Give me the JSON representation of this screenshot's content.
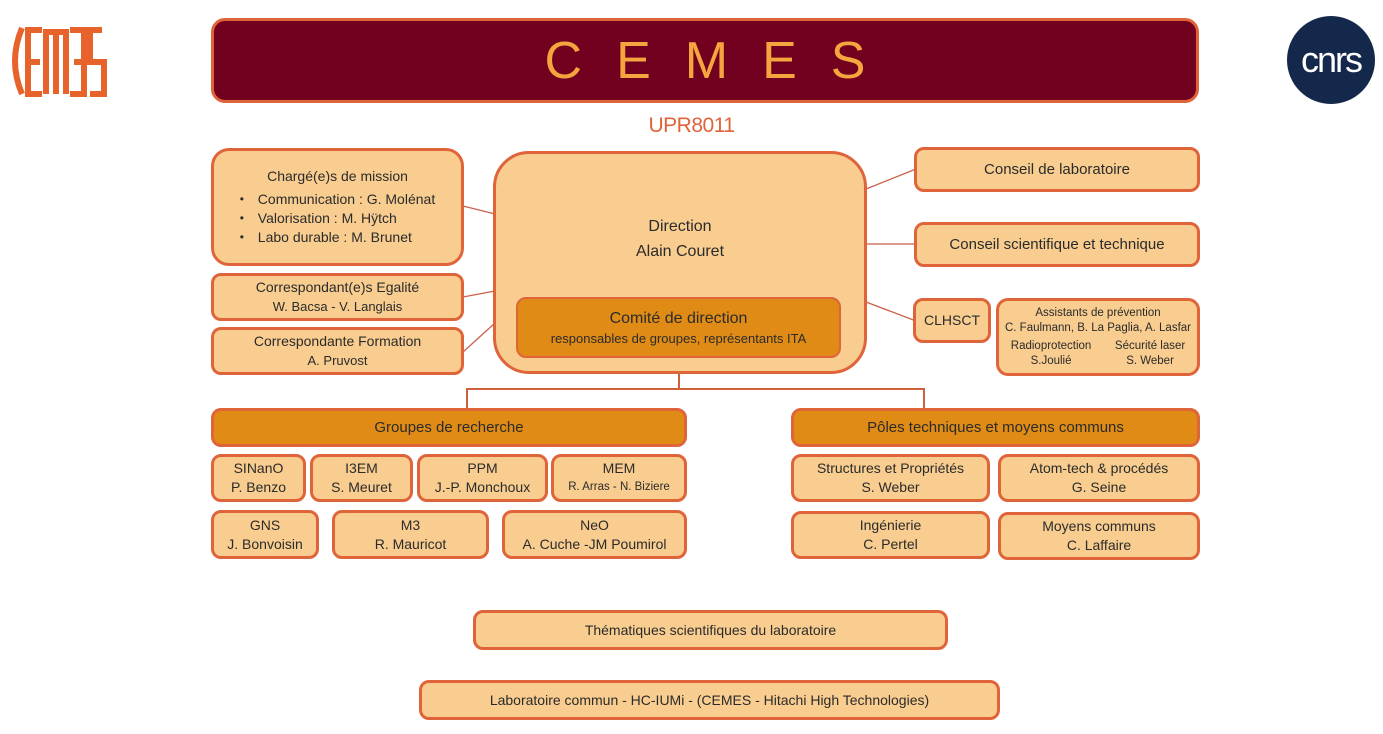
{
  "logos": {
    "left": "CEMES",
    "right": "cnrs",
    "left_color": "#e8622b",
    "right_bg": "#14284b"
  },
  "header": {
    "title": "CEMES",
    "subtitle": "UPR8011"
  },
  "colors": {
    "title_bg": "#72001f",
    "title_text": "#f5a53d",
    "box_fill": "#f8cd8f",
    "box_fill_dark": "#df8b16",
    "border": "#e0643a"
  },
  "left_panel": {
    "mission": {
      "title": "Chargé(e)s de mission",
      "items": [
        "Communication : G. Molénat",
        "Valorisation : M. Hÿtch",
        "Labo durable : M. Brunet"
      ]
    },
    "egalite": {
      "title": "Correspondant(e)s Egalité",
      "names": "W. Bacsa - V. Langlais"
    },
    "formation": {
      "title": "Correspondante Formation",
      "names": "A. Pruvost"
    }
  },
  "direction": {
    "title": "Direction",
    "name": "Alain Couret",
    "comite": {
      "title": "Comité de direction",
      "subtitle": "responsables de groupes, représentants ITA"
    }
  },
  "right_panel": {
    "conseil_labo": "Conseil de laboratoire",
    "conseil_sci": "Conseil scientifique et technique",
    "clhsct": "CLHSCT",
    "prevention": {
      "title": "Assistants de prévention",
      "names": "C. Faulmann, B. La Paglia, A. Lasfar",
      "radio_label": "Radioprotection",
      "radio_name": "S.Joulié",
      "laser_label": "Sécurité laser",
      "laser_name": "S. Weber"
    }
  },
  "groupes": {
    "header": "Groupes de recherche",
    "items": [
      {
        "name": "SINanO",
        "lead": "P. Benzo"
      },
      {
        "name": "I3EM",
        "lead": "S. Meuret"
      },
      {
        "name": "PPM",
        "lead": "J.-P. Monchoux"
      },
      {
        "name": "MEM",
        "lead": "R. Arras  - N. Biziere"
      },
      {
        "name": "GNS",
        "lead": "J. Bonvoisin"
      },
      {
        "name": "M3",
        "lead": "R. Mauricot"
      },
      {
        "name": "NeO",
        "lead": "A. Cuche -JM Poumirol"
      }
    ]
  },
  "poles": {
    "header": "Pôles techniques et moyens communs",
    "items": [
      {
        "name": "Structures et Propriétés",
        "lead": "S. Weber"
      },
      {
        "name": "Atom-tech & procédés",
        "lead": "G. Seine"
      },
      {
        "name": "Ingénierie",
        "lead": "C. Pertel"
      },
      {
        "name": "Moyens communs",
        "lead": "C. Laffaire"
      }
    ]
  },
  "footer": {
    "thematiques": "Thématiques scientifiques du laboratoire",
    "labo_commun": "Laboratoire commun  - HC-IUMi - (CEMES - Hitachi High Technologies)"
  }
}
